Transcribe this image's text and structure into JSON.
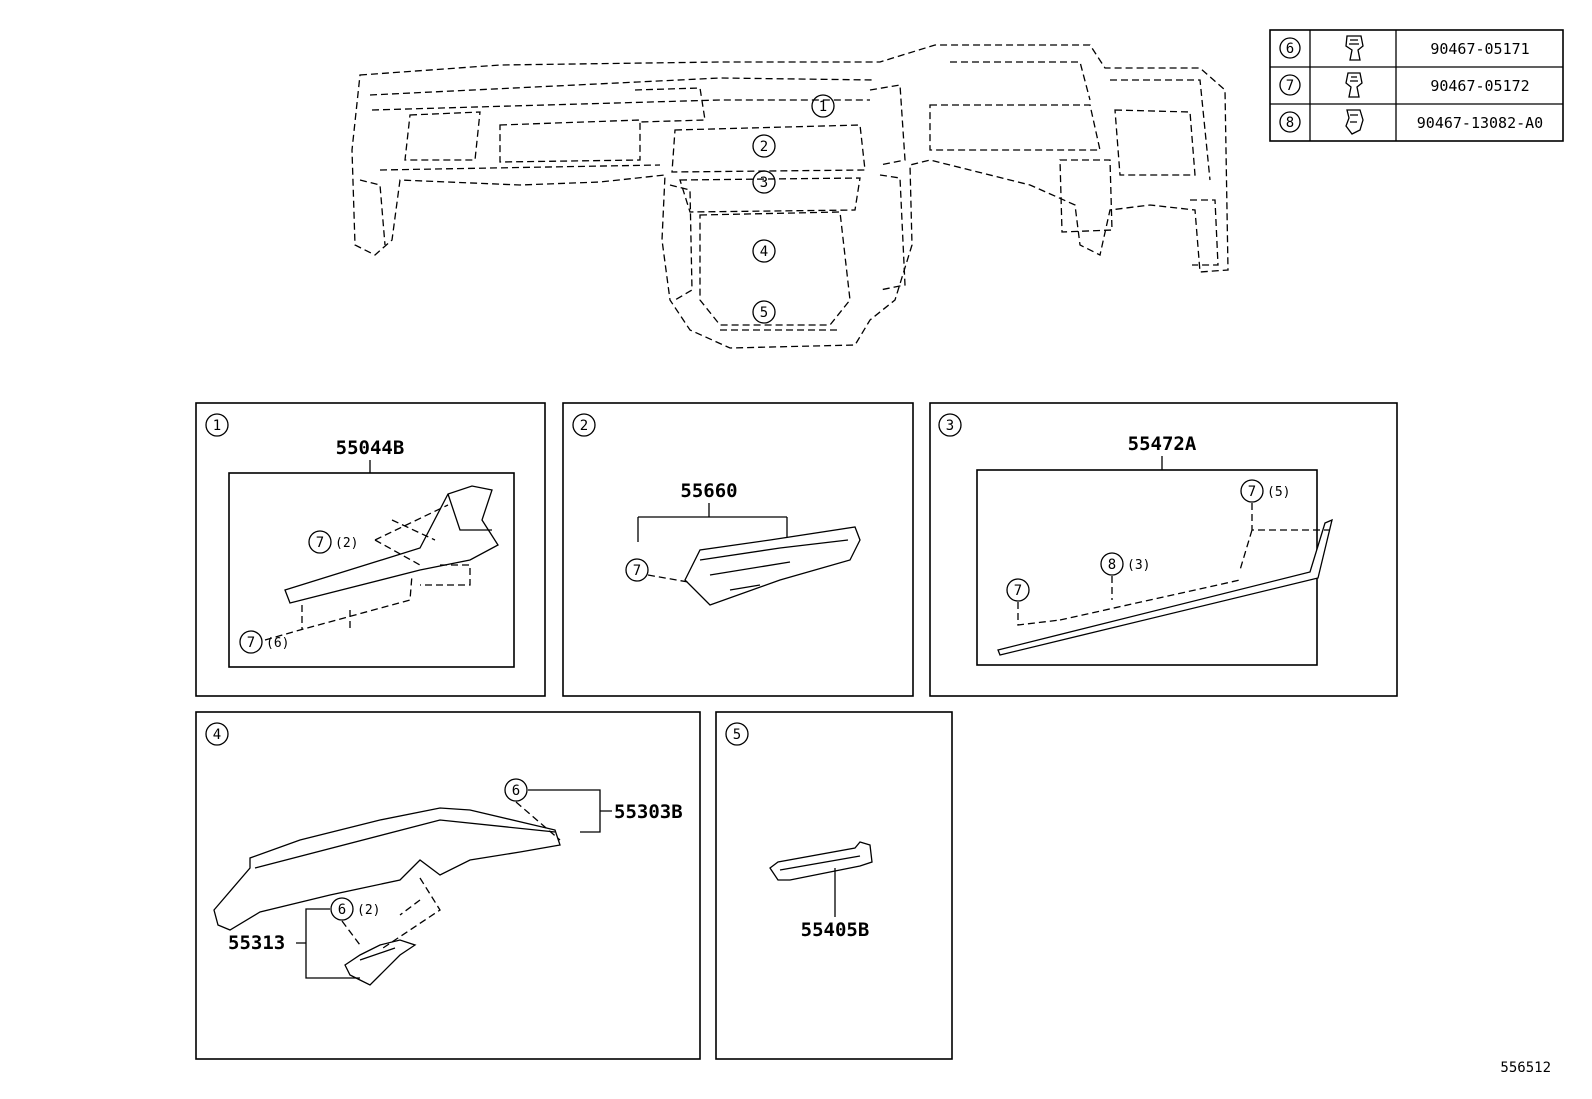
{
  "callouts": {
    "c1": "1",
    "c2": "2",
    "c3": "3",
    "c4": "4",
    "c5": "5"
  },
  "fastener_table": [
    {
      "num": "6",
      "icon": "clip-fastener-icon",
      "part": "90467-05171"
    },
    {
      "num": "7",
      "icon": "clip-fastener-icon",
      "part": "90467-05172"
    },
    {
      "num": "8",
      "icon": "clip-fastener-icon",
      "part": "90467-13082-A0"
    }
  ],
  "panels": {
    "p1": {
      "num": "1",
      "part": "55044B",
      "clip_a": "7",
      "qty_a": "(2)",
      "clip_b": "7",
      "qty_b": "(6)"
    },
    "p2": {
      "num": "2",
      "part": "55660",
      "clip_a": "7"
    },
    "p3": {
      "num": "3",
      "part": "55472A",
      "clip_a": "7",
      "qty_a": "(5)",
      "clip_b": "8",
      "qty_b": "(3)",
      "clip_c": "7"
    },
    "p4": {
      "num": "4",
      "part_a": "55303B",
      "part_b": "55313",
      "clip_a": "6",
      "clip_b": "6",
      "qty_b": "(2)"
    },
    "p5": {
      "num": "5",
      "part": "55405B"
    }
  },
  "ref_number": "556512"
}
